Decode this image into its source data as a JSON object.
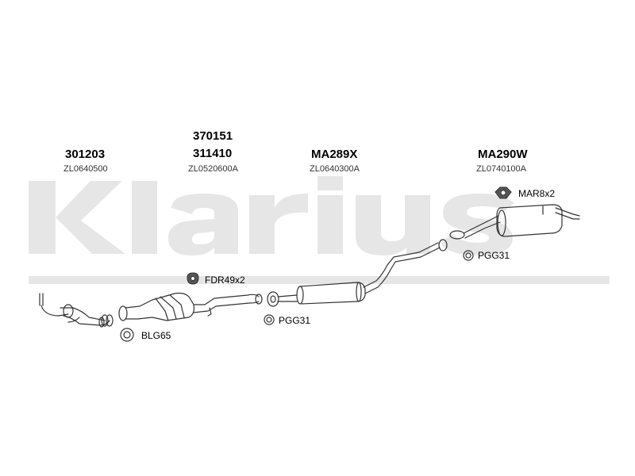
{
  "watermark": {
    "text": "Klarius"
  },
  "columns": [
    {
      "codes": [
        "301203"
      ],
      "ref": "ZL0640500"
    },
    {
      "codes": [
        "370151",
        "311410"
      ],
      "ref": "ZL0520600A"
    },
    {
      "codes": [
        "MA289X"
      ],
      "ref": "ZL0640300A"
    },
    {
      "codes": [
        "MA290W"
      ],
      "ref": "ZL0740100A"
    }
  ],
  "fittings": {
    "mar": "MAR8x2",
    "pgg_right": "PGG31",
    "fdr": "FDR49x2",
    "pgg_mid": "PGG31",
    "blg": "BLG65"
  }
}
